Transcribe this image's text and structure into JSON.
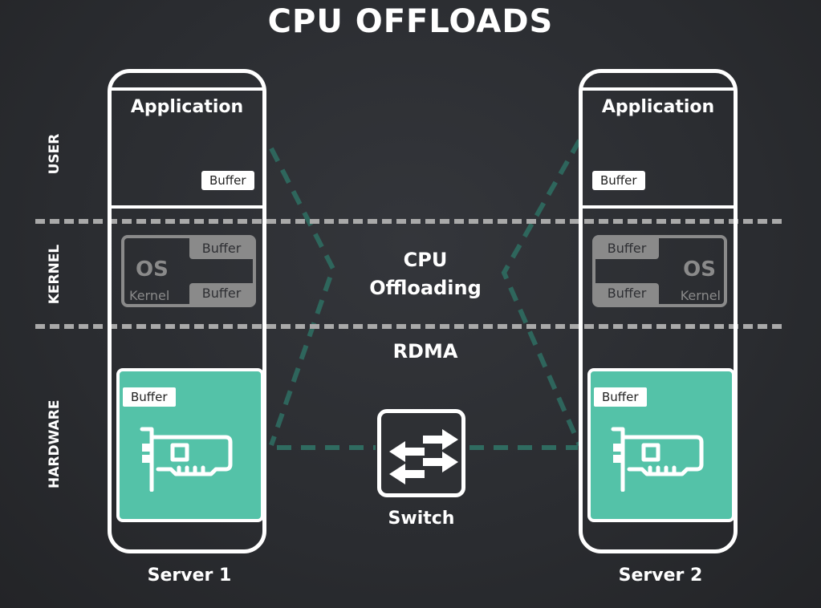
{
  "title": "CPU OFFLOADS",
  "layers": {
    "user": "USER",
    "kernel": "KERNEL",
    "hardware": "HARDWARE"
  },
  "center": {
    "cpu_offloading_line1": "CPU",
    "cpu_offloading_line2": "Offloading",
    "rdma": "RDMA"
  },
  "servers": [
    {
      "name": "Server 1",
      "application": "Application",
      "app_buffer": "Buffer",
      "os_label": "OS",
      "kernel_label": "Kernel",
      "kernel_buffer_top": "Buffer",
      "kernel_buffer_bottom": "Buffer",
      "nic_buffer": "Buffer"
    },
    {
      "name": "Server 2",
      "application": "Application",
      "app_buffer": "Buffer",
      "os_label": "OS",
      "kernel_label": "Kernel",
      "kernel_buffer_top": "Buffer",
      "kernel_buffer_bottom": "Buffer",
      "nic_buffer": "Buffer"
    }
  ],
  "switch": {
    "label": "Switch",
    "icon": "switch-arrows-icon"
  },
  "colors": {
    "background": "#2b2d31",
    "accent_teal": "#54c2a8",
    "connector_teal": "#2f6b60",
    "os_gray": "#8a8a8a",
    "divider_gray": "#a9a9a9"
  }
}
